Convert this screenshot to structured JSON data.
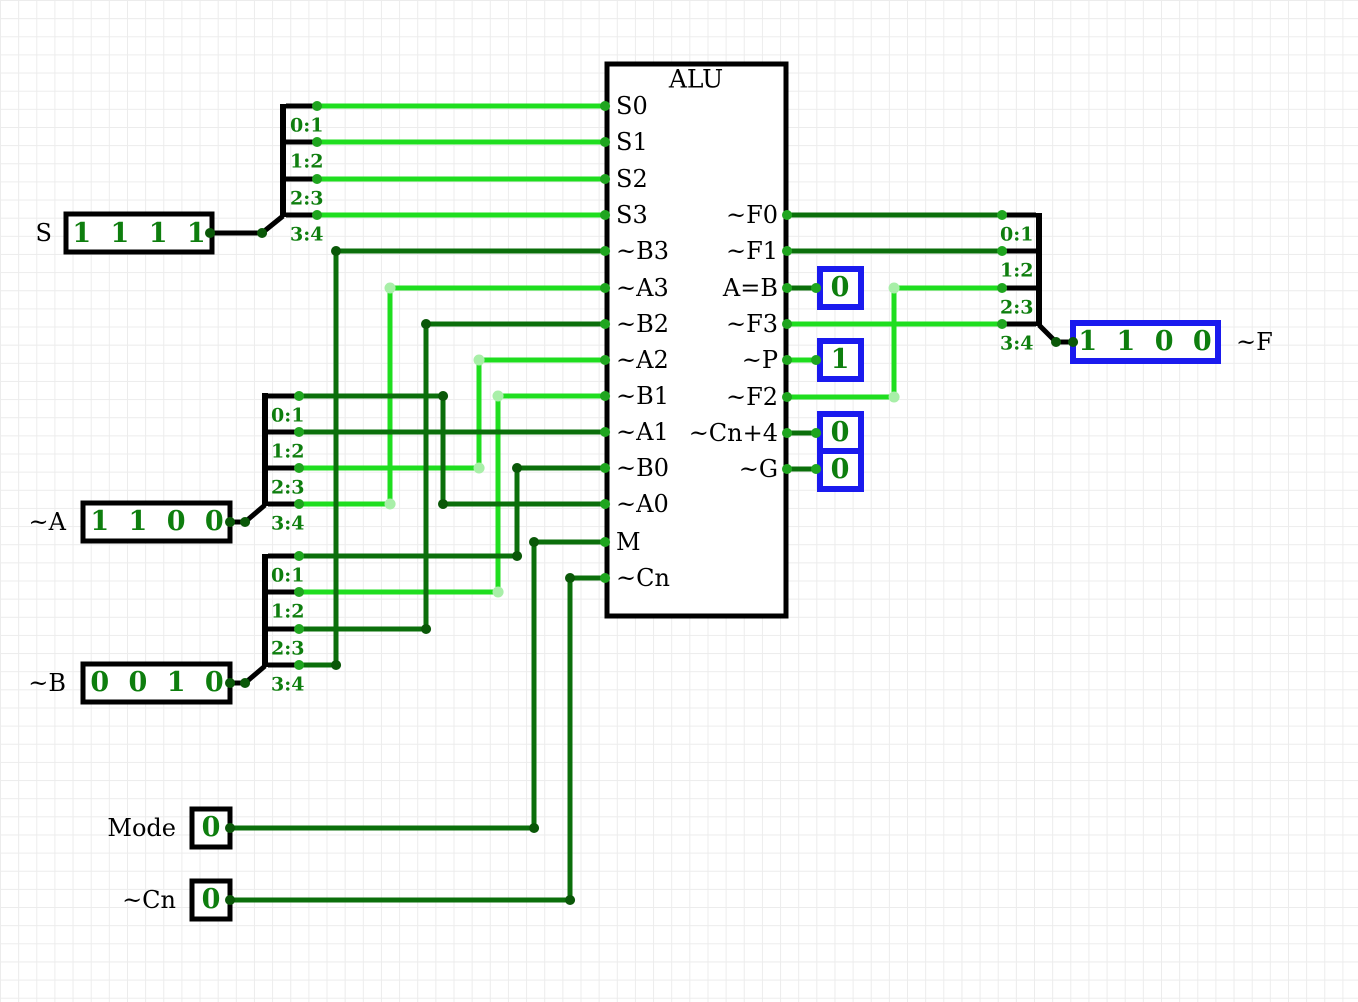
{
  "app": {
    "component_title": "ALU"
  },
  "alu": {
    "title": "ALU",
    "left_pins": [
      "S0",
      "S1",
      "S2",
      "S3",
      "~B3",
      "~A3",
      "~B2",
      "~A2",
      "~B1",
      "~A1",
      "~B0",
      "~A0",
      "M",
      "~Cn"
    ],
    "right_pins": [
      "~F0",
      "~F1",
      "A=B",
      "~F3",
      "~P",
      "~F2",
      "~Cn+4",
      "~G"
    ]
  },
  "inputs": {
    "s": {
      "label": "S",
      "value": "1 1 1 1"
    },
    "a": {
      "label": "~A",
      "value": "1 1 0 0"
    },
    "b": {
      "label": "~B",
      "value": "0 0 1 0"
    },
    "mode": {
      "label": "Mode",
      "value": "0"
    },
    "cn": {
      "label": "~Cn",
      "value": "0"
    }
  },
  "outputs": {
    "aeqb": {
      "value": "0"
    },
    "p": {
      "value": "1"
    },
    "cn4": {
      "value": "0"
    },
    "g": {
      "value": "0"
    },
    "f": {
      "label": "~F",
      "value": "1 1 0 0"
    }
  },
  "splitters": {
    "labels": [
      "0:1",
      "1:2",
      "2:3",
      "3:4"
    ]
  },
  "colors": {
    "wire_high": "#1FDE1F",
    "wire_low": "#0B6F0B",
    "value_text": "#0E7E0E",
    "probe_blue": "#1A1AEE",
    "structure_black": "#000000",
    "grid": "#ECECEC"
  }
}
